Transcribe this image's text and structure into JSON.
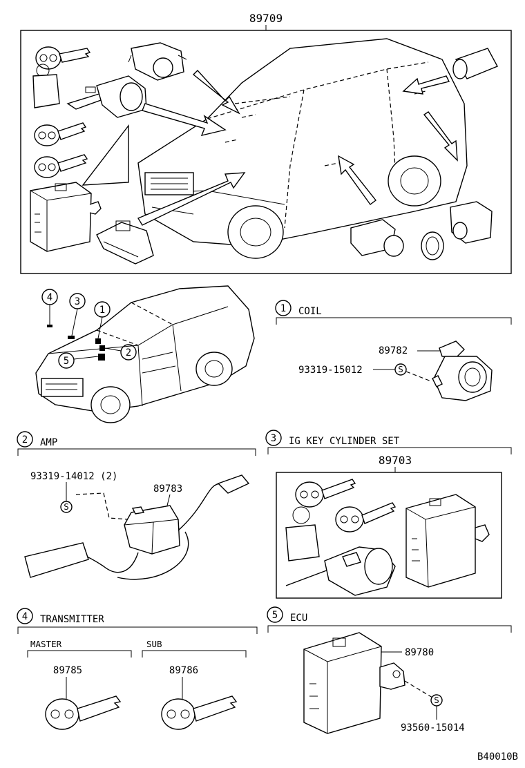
{
  "main_assembly": {
    "part_number": "89709"
  },
  "callouts": [
    {
      "num": "4",
      "name": "transmitter"
    },
    {
      "num": "3",
      "name": "ig-key-cylinder"
    },
    {
      "num": "1",
      "name": "coil"
    },
    {
      "num": "5",
      "name": "ecu"
    },
    {
      "num": "2",
      "name": "amp"
    }
  ],
  "section_coil": {
    "num": "1",
    "title": "COIL",
    "part": "89782",
    "screw": "93319-15012",
    "screw_symbol": "S"
  },
  "section_amp": {
    "num": "2",
    "title": "AMP",
    "part": "89783",
    "screw": "93319-14012 (2)",
    "screw_symbol": "S"
  },
  "section_ig": {
    "num": "3",
    "title": "IG KEY CYLINDER SET",
    "part": "89703"
  },
  "section_transmitter": {
    "num": "4",
    "title": "TRANSMITTER",
    "master_label": "MASTER",
    "sub_label": "SUB",
    "master_part": "89785",
    "sub_part": "89786"
  },
  "section_ecu": {
    "num": "5",
    "title": "ECU",
    "part": "89780",
    "screw": "93560-15014",
    "screw_symbol": "S"
  },
  "figure_code": "B40010B"
}
